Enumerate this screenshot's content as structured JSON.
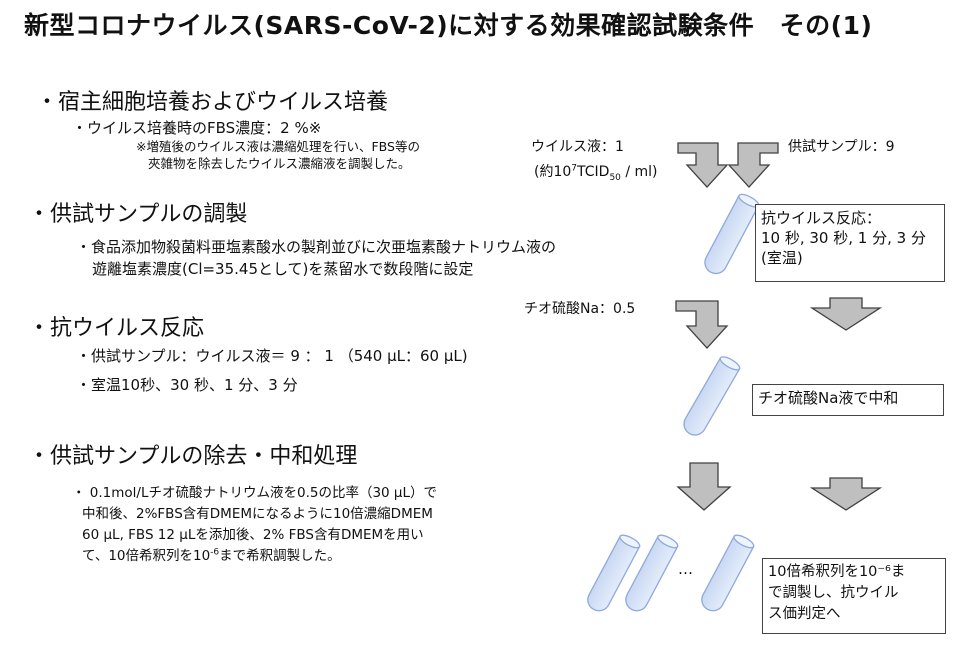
{
  "title": "新型コロナウイルス(SARS-CoV-2)に対する効果確認試験条件　その(1)",
  "sections": {
    "s1_heading": "・宿主細胞培養およびウイルス培養",
    "s1_sub": "・ウイルス培養時のFBS濃度：2 %※",
    "s1_note_line1": "※増殖後のウイルス液は濃縮処理を行い、FBS等の",
    "s1_note_line2": "夾雑物を除去したウイルス濃縮液を調製した。",
    "s2_heading": "・供試サンプルの調製",
    "s2_line1": "・食品添加物殺菌料亜塩素酸水の製剤並びに次亜塩素酸ナトリウム液の",
    "s2_line2": "遊離塩素濃度(Cl=35.45として)を蒸留水で数段階に設定",
    "s3_heading": "・抗ウイルス反応",
    "s3_sub1": "・供試サンプル：ウイルス液＝ 9 ： 1 （540 µL：60 µL)",
    "s3_sub2": "・室温10秒、30 秒、1 分、3 分",
    "s4_heading": "・供試サンプルの除去・中和処理",
    "s4_line1": "・ 0.1mol/Lチオ硫酸ナトリウム液を0.5の比率（30 µL）で",
    "s4_line2": "中和後、2%FBS含有DMEMになるように10倍濃縮DMEM",
    "s4_line3": "60 µL, FBS 12 µLを添加後、2% FBS含有DMEMを用い",
    "s4_line4": "て、10倍希釈列を10",
    "s4_line4_sup": "-6",
    "s4_line4_end": "まで希釈調製した。"
  },
  "diagram": {
    "virus_label": "ウイルス液：1",
    "virus_titer_open": "(約10",
    "virus_titer_sup": "7",
    "virus_titer_mid": "TCID",
    "virus_titer_sub": "50",
    "virus_titer_close": " / ml)",
    "sample_label": "供試サンプル：9",
    "box1_line1": "抗ウイルス反応：",
    "box1_line2": "10 秒, 30 秒, 1 分, 3 分",
    "box1_line3": "(室温)",
    "thio_label": "チオ硫酸Na：0.5",
    "box2": "チオ硫酸Na液で中和",
    "ellipsis": "…",
    "box3_line1": "10倍希釈列を10⁻⁶ま",
    "box3_line2": "で調製し、抗ウイル",
    "box3_line3": "ス価判定へ"
  },
  "colors": {
    "arrow_fill": "#bfbfbf",
    "arrow_stroke": "#404040",
    "tube_fill": "#d6e2f7",
    "tube_stroke": "#8eaadb"
  }
}
